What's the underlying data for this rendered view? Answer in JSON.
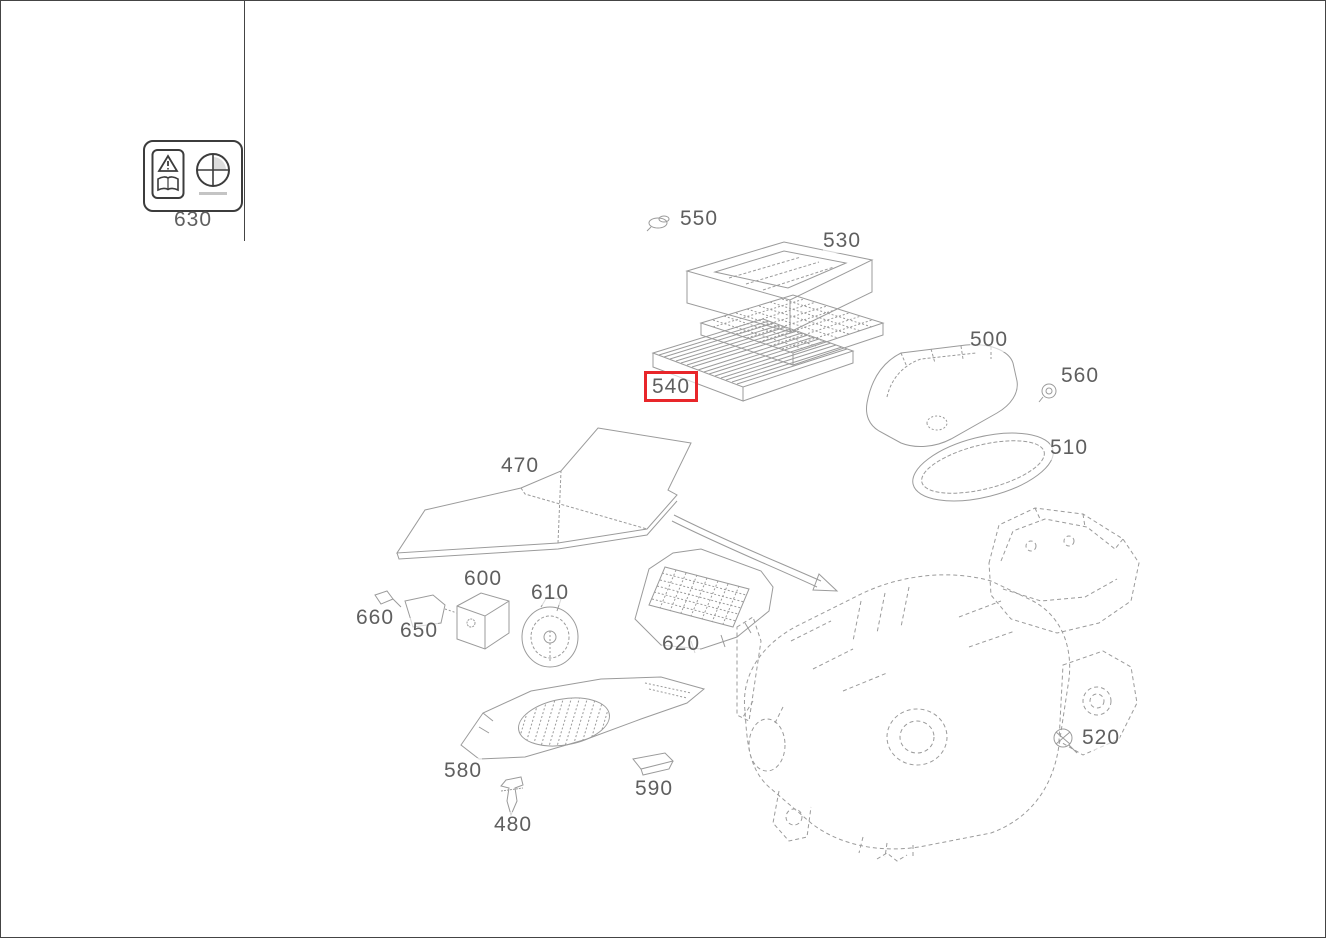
{
  "diagram": {
    "type": "exploded-parts-diagram",
    "colors": {
      "highlight": "#e8262a",
      "line": "#9b9b9b",
      "label": "#5f5f5f",
      "frame": "#444444"
    },
    "legend": {
      "part_label": "630",
      "icons": [
        {
          "name": "operator-manual-warning-icon"
        },
        {
          "name": "crosshair-symbol-icon"
        }
      ]
    },
    "selected_part": "540",
    "parts": [
      {
        "label": "550",
        "highlighted": false
      },
      {
        "label": "530",
        "highlighted": false
      },
      {
        "label": "540",
        "highlighted": true
      },
      {
        "label": "500",
        "highlighted": false
      },
      {
        "label": "560",
        "highlighted": false
      },
      {
        "label": "510",
        "highlighted": false
      },
      {
        "label": "470",
        "highlighted": false
      },
      {
        "label": "600",
        "highlighted": false
      },
      {
        "label": "610",
        "highlighted": false
      },
      {
        "label": "660",
        "highlighted": false
      },
      {
        "label": "650",
        "highlighted": false
      },
      {
        "label": "620",
        "highlighted": false
      },
      {
        "label": "580",
        "highlighted": false
      },
      {
        "label": "590",
        "highlighted": false
      },
      {
        "label": "480",
        "highlighted": false
      },
      {
        "label": "520",
        "highlighted": false
      }
    ]
  }
}
